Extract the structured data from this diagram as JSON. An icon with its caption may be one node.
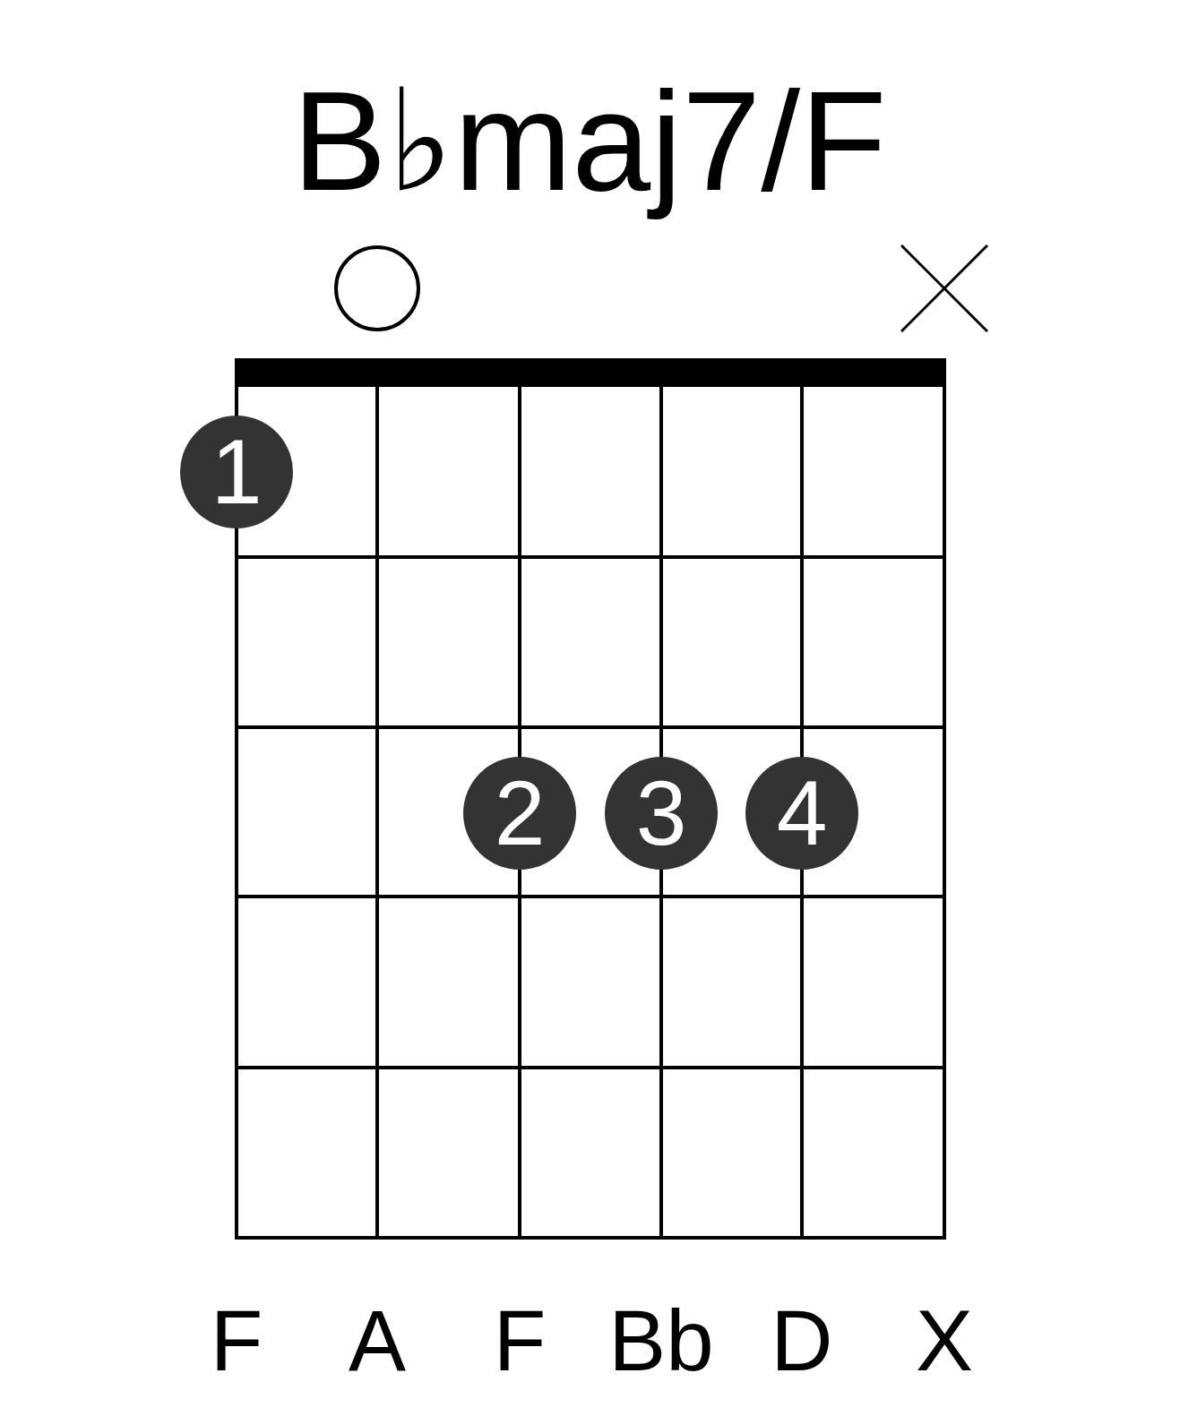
{
  "diagram": {
    "title": "B♭maj7/F",
    "nodes": [
      {
        "text": [],
        "shape": "circle"
      },
      {
        "text": [
          "1"
        ]
      },
      {
        "text": [
          "2"
        ]
      },
      {
        "text": [
          "3"
        ]
      },
      {
        "text": [
          "4"
        ]
      }
    ],
    "labels": [
      "F",
      "A",
      "F",
      "Bb",
      "D",
      "X"
    ]
  }
}
